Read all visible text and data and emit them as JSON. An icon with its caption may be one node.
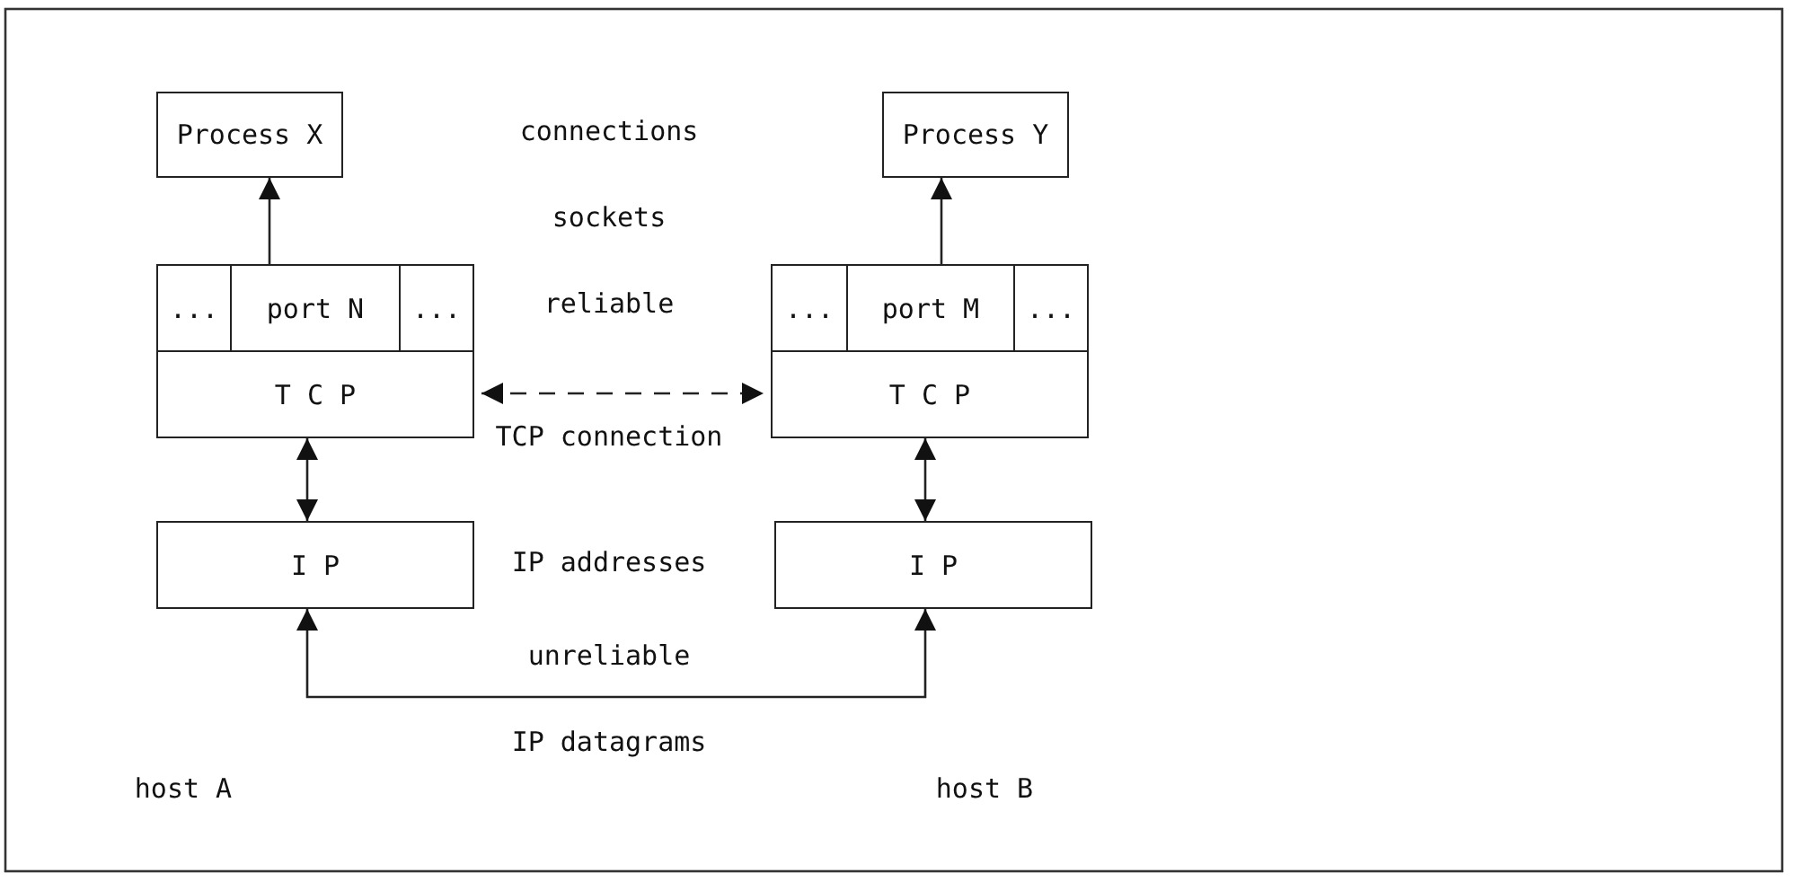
{
  "diagram": {
    "nodes": [
      {
        "text": [
          "Process X"
        ]
      },
      {
        "text": [
          "Process Y"
        ]
      },
      {
        "text": [
          "..."
        ]
      },
      {
        "text": [
          "port N"
        ]
      },
      {
        "text": [
          "..."
        ]
      },
      {
        "text": [
          "..."
        ]
      },
      {
        "text": [
          "port M"
        ]
      },
      {
        "text": [
          "..."
        ]
      },
      {
        "text": [
          "T C P"
        ]
      },
      {
        "text": [
          "T C P"
        ]
      },
      {
        "text": [
          "I P"
        ]
      },
      {
        "text": [
          "I P"
        ]
      }
    ],
    "edges": [
      {
        "from": 3,
        "to": 0,
        "arrow": "to"
      },
      {
        "from": 6,
        "to": 1,
        "arrow": "to"
      },
      {
        "from": 8,
        "to": 9,
        "arrow": "both",
        "style": "dashed"
      },
      {
        "from": 8,
        "to": 10,
        "arrow": "both"
      },
      {
        "from": 9,
        "to": 11,
        "arrow": "both"
      },
      {
        "from": 10,
        "to": 11,
        "arrow": "both"
      }
    ],
    "labels": [
      "connections",
      "sockets",
      "reliable",
      "TCP connection",
      "IP addresses",
      "unreliable",
      "IP datagrams",
      "host A",
      "host B"
    ]
  }
}
